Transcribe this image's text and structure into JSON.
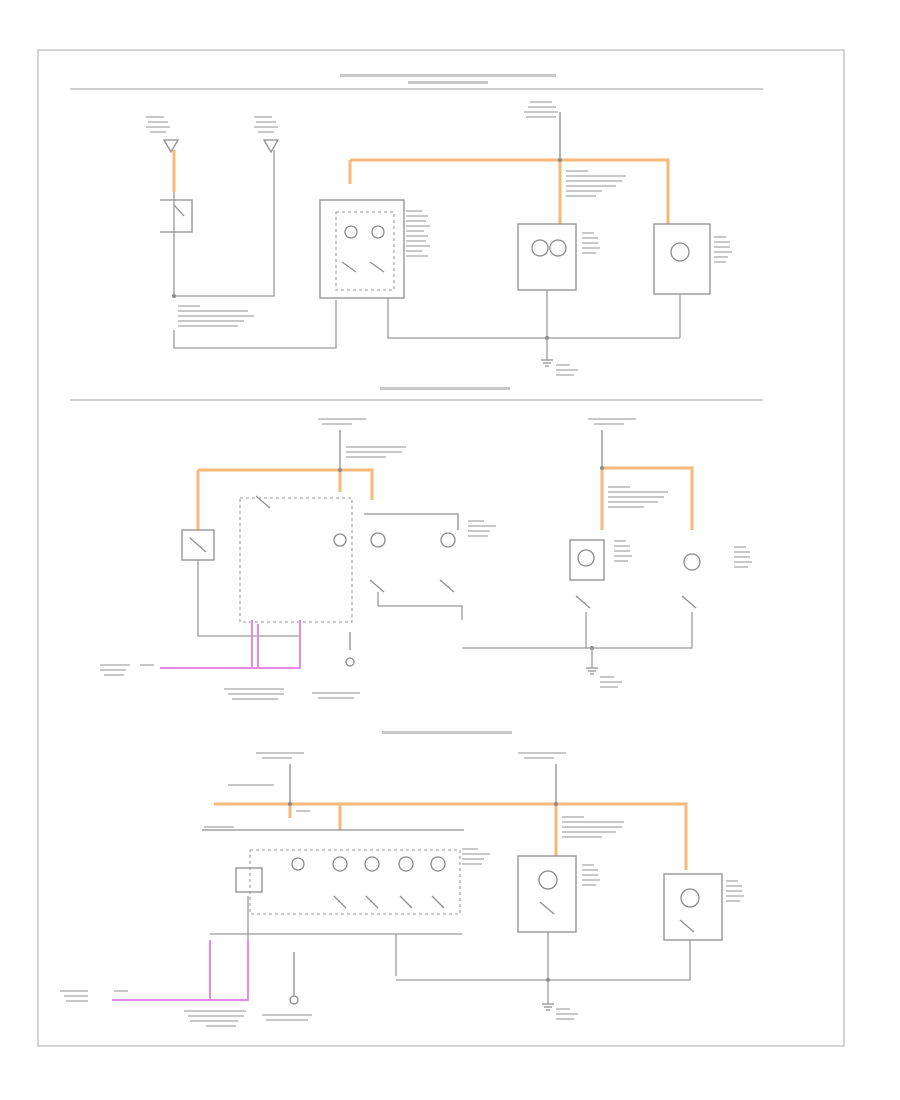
{
  "page": {
    "number": ""
  },
  "sections": [
    {
      "id": "s1",
      "title": ""
    },
    {
      "id": "s2",
      "title": ""
    },
    {
      "id": "s3",
      "title": ""
    }
  ],
  "colors": {
    "power_wire": "#f5b97a",
    "signal_wire": "#e48ae4",
    "ground_wire": "#9a9a9a",
    "frame": "#b9b9b9"
  },
  "icons": [
    "bulb-icon",
    "switch-icon",
    "ground-icon",
    "fuse-icon",
    "splice-icon"
  ]
}
